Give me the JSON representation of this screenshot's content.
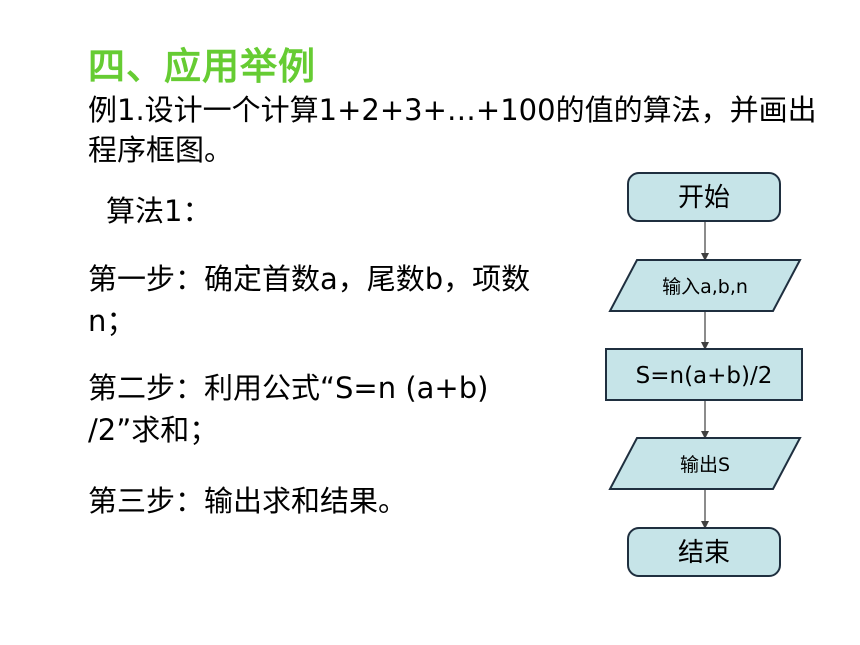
{
  "colors": {
    "heading": "#66cc33",
    "box_fill": "#c6e4e8",
    "box_stroke": "#1f2f3f",
    "arrow": "#404040"
  },
  "heading": "四、应用举例",
  "problem": "例1.设计一个计算1+2+3+…+100的值的算法，并画出程序框图。",
  "algorithm": {
    "title": "算法1：",
    "steps": [
      "第一步：确定首数a，尾数b，项数n；",
      "第二步：利用公式“S=n (a+b) /2”求和；",
      "第三步：输出求和结果。"
    ]
  },
  "flowchart": {
    "nodes": [
      {
        "shape": "terminator",
        "label": "开始"
      },
      {
        "shape": "io",
        "label": "输入a,b,n"
      },
      {
        "shape": "process",
        "label": "S=n(a+b)/2"
      },
      {
        "shape": "io",
        "label": "输出S"
      },
      {
        "shape": "terminator",
        "label": "结束"
      }
    ]
  }
}
